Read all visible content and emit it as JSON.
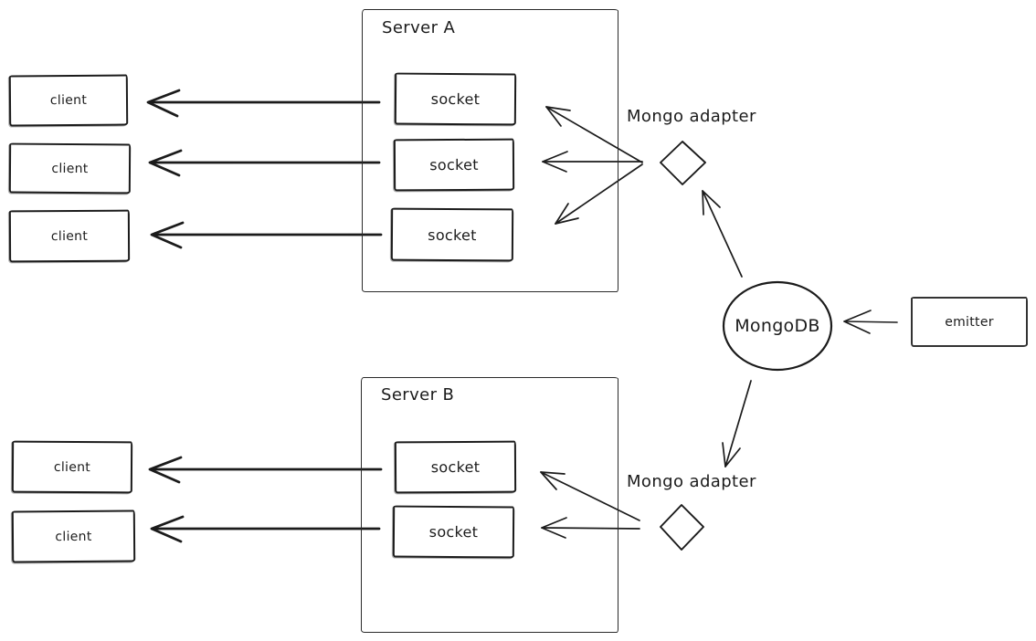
{
  "colors": {
    "stroke": "#1b1b1b",
    "background": "#ffffff"
  },
  "servers": [
    {
      "title": "Server A",
      "sockets": [
        "socket",
        "socket",
        "socket"
      ]
    },
    {
      "title": "Server B",
      "sockets": [
        "socket",
        "socket"
      ]
    }
  ],
  "clients_top": [
    "client",
    "client",
    "client"
  ],
  "clients_bottom": [
    "client",
    "client"
  ],
  "adapters": [
    {
      "label": "Mongo adapter"
    },
    {
      "label": "Mongo adapter"
    }
  ],
  "database": {
    "label": "MongoDB"
  },
  "emitter": {
    "label": "emitter"
  }
}
